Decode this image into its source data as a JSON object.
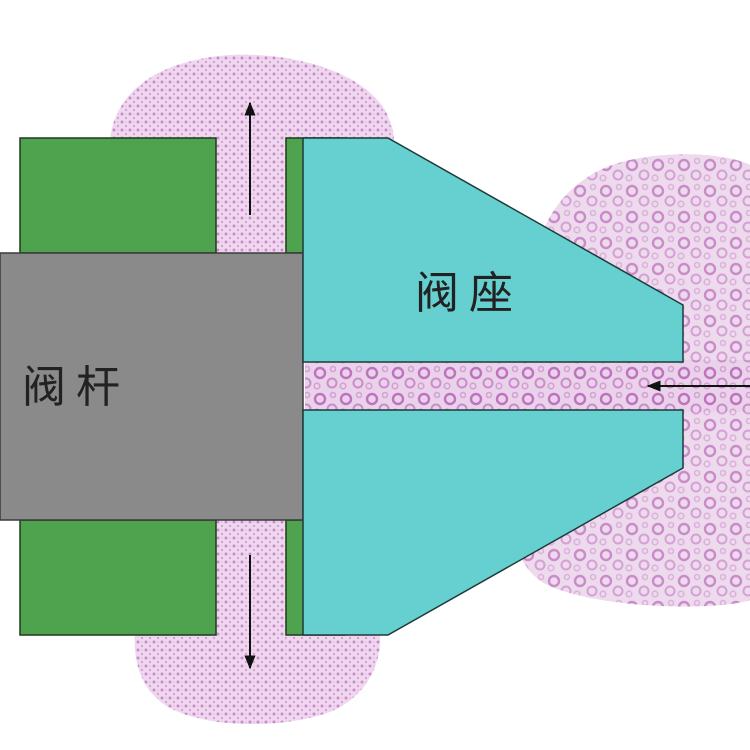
{
  "labels": {
    "valve_seat": "阀座",
    "valve_stem": "阀杆"
  },
  "colors": {
    "background": "#ffffff",
    "valve_seat": "#66cfcf",
    "valve_stem": "#8a8a8a",
    "gland_blocks": "#4fa34f",
    "outline": "#1e3a1e",
    "fluid_base": "#ead3ea",
    "fluid_light": "#f6e9f4",
    "particle_stroke": "#b45ab4",
    "arrow": "#111111"
  },
  "icons": {
    "flow_arrows": "arrow"
  }
}
